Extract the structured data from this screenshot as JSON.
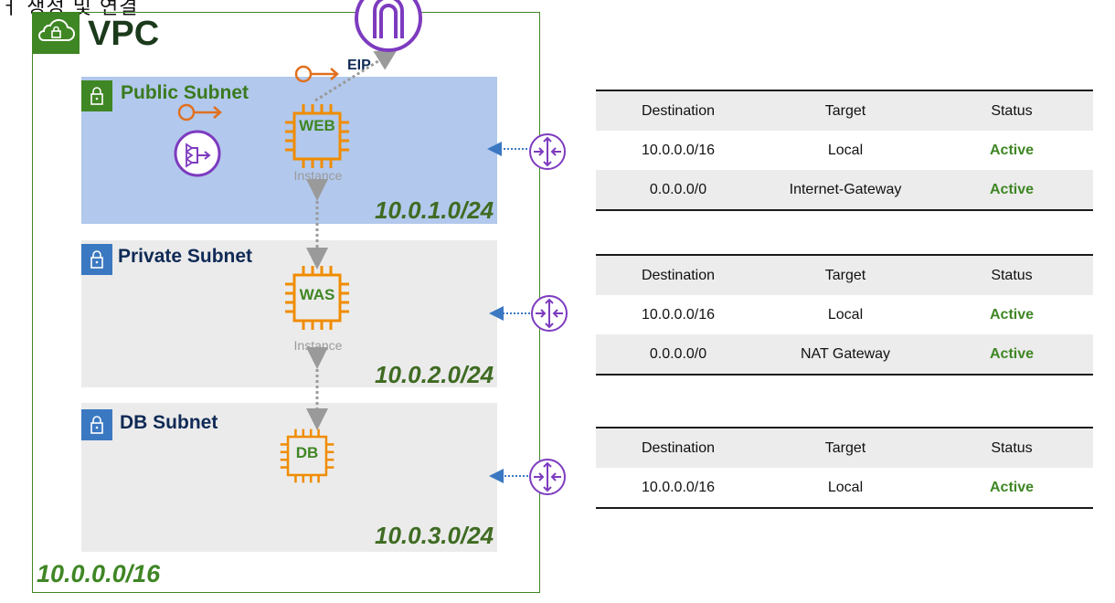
{
  "page": {
    "title_fragment": "ㅓ 생성 및 연결"
  },
  "vpc": {
    "title": "VPC",
    "cidr": "10.0.0.0/16"
  },
  "subnets": [
    {
      "label": "Public Subnet",
      "cidr": "10.0.1.0/24",
      "instance_name": "WEB",
      "instance_caption": "Instance"
    },
    {
      "label": "Private Subnet",
      "cidr": "10.0.2.0/24",
      "instance_name": "WAS",
      "instance_caption": "Instance"
    },
    {
      "label": "DB Subnet",
      "cidr": "10.0.3.0/24",
      "instance_name": "DB"
    }
  ],
  "eip": {
    "label": "EIP"
  },
  "route_tables": [
    {
      "headers": [
        "Destination",
        "Target",
        "Status"
      ],
      "rows": [
        [
          "10.0.0.0/16",
          "Local",
          "Active"
        ],
        [
          "0.0.0.0/0",
          "Internet-Gateway",
          "Active"
        ]
      ]
    },
    {
      "headers": [
        "Destination",
        "Target",
        "Status"
      ],
      "rows": [
        [
          "10.0.0.0/16",
          "Local",
          "Active"
        ],
        [
          "0.0.0.0/0",
          "NAT Gateway",
          "Active"
        ]
      ]
    },
    {
      "headers": [
        "Destination",
        "Target",
        "Status"
      ],
      "rows": [
        [
          "10.0.0.0/16",
          "Local",
          "Active"
        ]
      ]
    }
  ],
  "colors": {
    "vpc_border": "#3f8624",
    "public_subnet_bg": "#b2c8ec",
    "private_subnet_bg": "#ebebeb",
    "instance_orange": "#f08c00",
    "gateway_purple": "#7d3bbf",
    "active_green": "#3f8624"
  },
  "icons": [
    "cloud-lock-icon",
    "lock-icon",
    "internet-gateway-icon",
    "nat-gateway-icon",
    "elastic-ip-icon",
    "router-icon",
    "ec2-instance-icon"
  ]
}
